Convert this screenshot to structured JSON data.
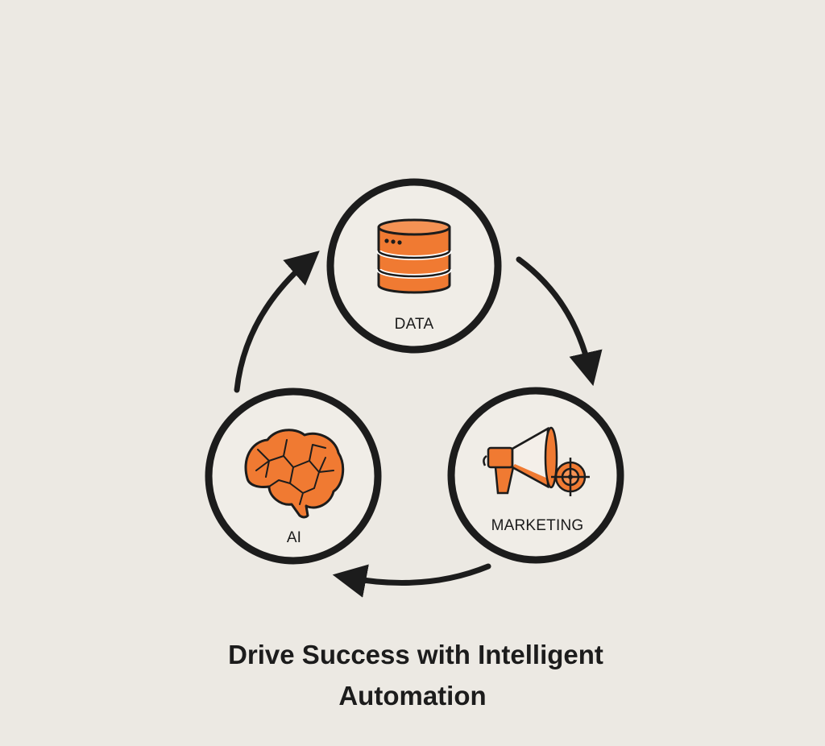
{
  "colors": {
    "background": "#ece9e3",
    "accent": "#f07a32",
    "stroke": "#1c1c1c"
  },
  "diagram": {
    "type": "cycle",
    "flow": "clockwise",
    "nodes": [
      {
        "id": "data",
        "label": "DATA",
        "icon": "database-icon"
      },
      {
        "id": "marketing",
        "label": "MARKETING",
        "icon": "megaphone-target-icon"
      },
      {
        "id": "ai",
        "label": "AI",
        "icon": "brain-icon"
      }
    ],
    "edges": [
      {
        "from": "data",
        "to": "marketing"
      },
      {
        "from": "marketing",
        "to": "ai"
      },
      {
        "from": "ai",
        "to": "data"
      }
    ]
  },
  "caption": {
    "line1": "Drive Success with Intelligent",
    "line2": "Automation"
  }
}
